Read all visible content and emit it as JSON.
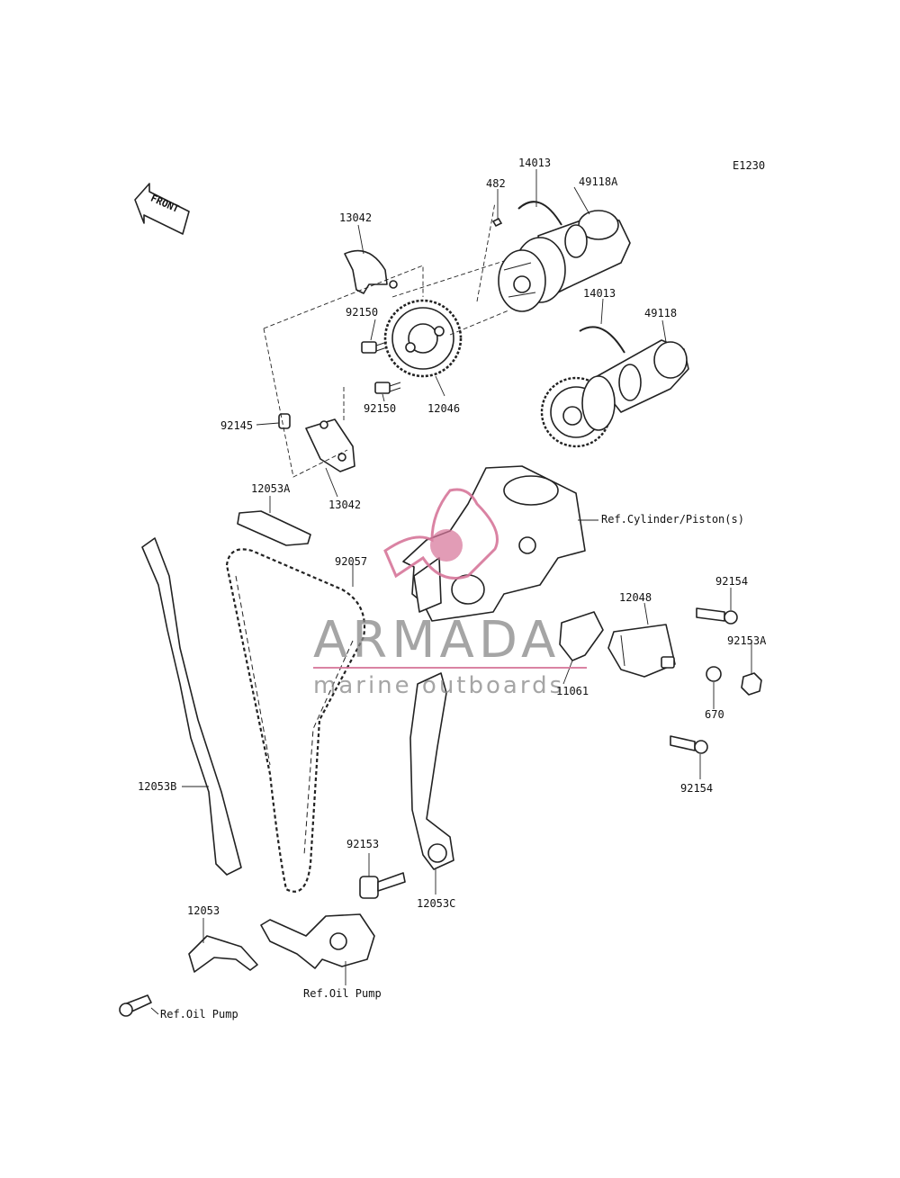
{
  "diagram": {
    "code": "E1230",
    "front_label": "FRONT",
    "labels": {
      "p14013_top": "14013",
      "p49118A": "49118A",
      "p482": "482",
      "p13042_top": "13042",
      "p14013_mid": "14013",
      "p49118": "49118",
      "p92150_a": "92150",
      "p92150_b": "92150",
      "p12046": "12046",
      "p92145": "92145",
      "p13042_bot": "13042",
      "p12053A": "12053A",
      "ref_cylinder": "Ref.Cylinder/Piston(s)",
      "p92057": "92057",
      "p92154_top": "92154",
      "p12048": "12048",
      "p92153A": "92153A",
      "p11061": "11061",
      "p670": "670",
      "p92154_bot": "92154",
      "p12053B": "12053B",
      "p92153": "92153",
      "p12053C": "12053C",
      "p12053": "12053",
      "ref_oil_pump_a": "Ref.Oil Pump",
      "ref_oil_pump_b": "Ref.Oil Pump"
    },
    "watermark": {
      "brand": "ARMADA",
      "tagline": "marine outboards",
      "accent_color": "#d6769a",
      "text_color": "#8a8a8a"
    }
  }
}
